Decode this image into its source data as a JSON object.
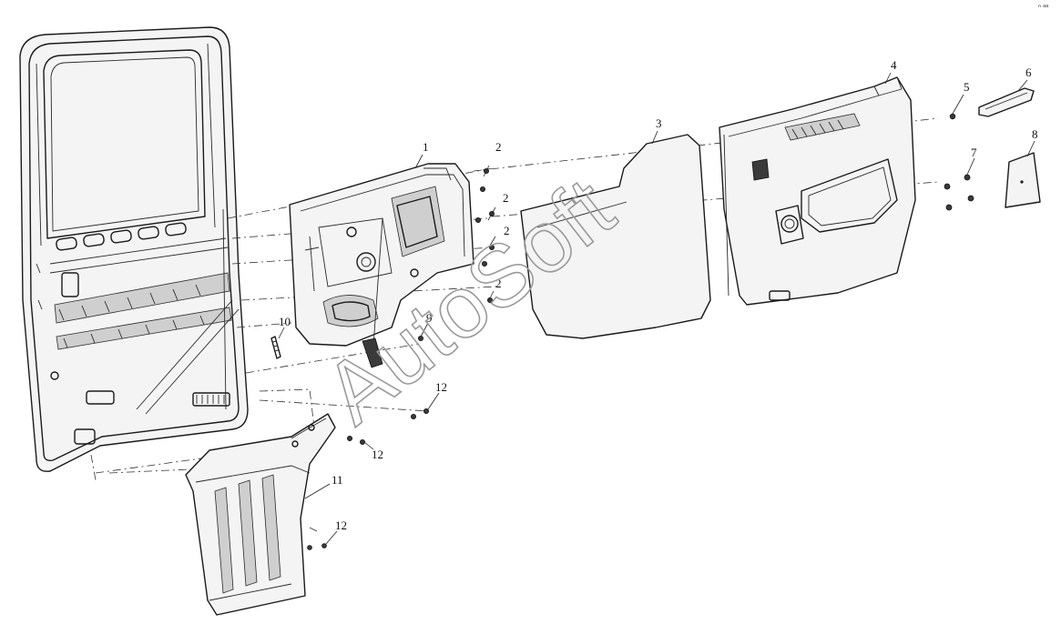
{
  "watermark": "AutoSoft",
  "corner_mark": "ⁿ ᵃᵃ",
  "callouts": {
    "c1": "1",
    "c2a": "2",
    "c2b": "2",
    "c2c": "2",
    "c2d": "2",
    "c3": "3",
    "c4": "4",
    "c5": "5",
    "c6": "6",
    "c7": "7",
    "c8": "8",
    "c9": "9",
    "c10": "10",
    "c11": "11",
    "c12a": "12",
    "c12b": "12",
    "c12c": "12"
  }
}
